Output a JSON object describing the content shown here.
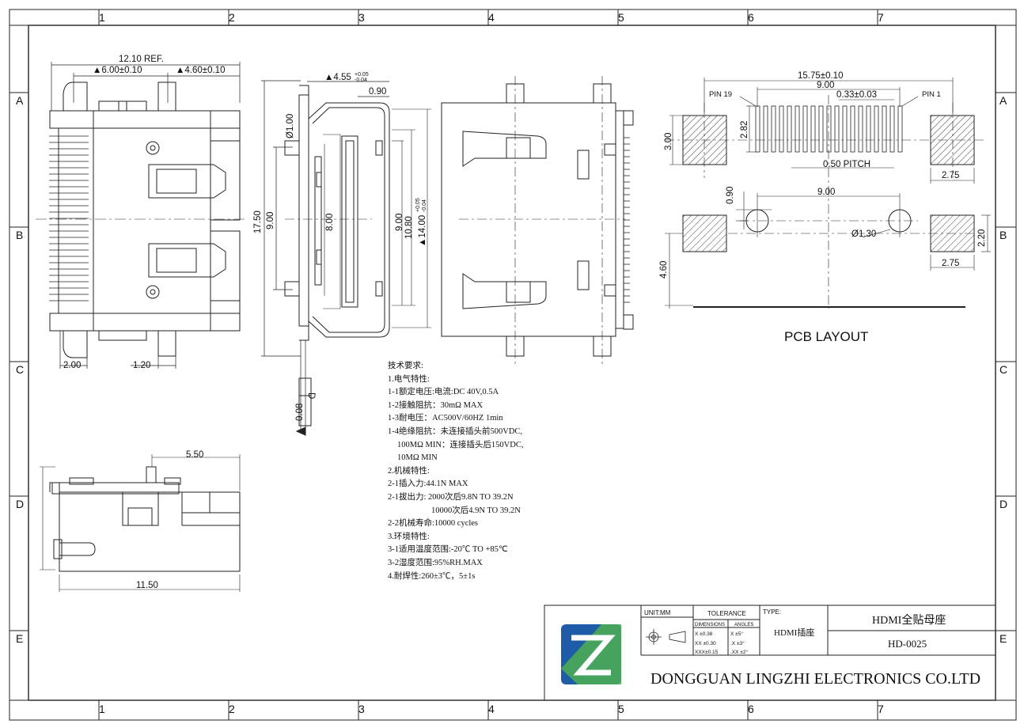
{
  "frame": {
    "columns": [
      "1",
      "2",
      "3",
      "4",
      "5",
      "6",
      "7"
    ],
    "rows": [
      "A",
      "B",
      "C",
      "D",
      "E"
    ]
  },
  "front_view": {
    "overall": "12.10 REF.",
    "left_offset": "▲6.00±0.10",
    "right_offset": "▲4.60±0.10",
    "bottom_left": "2.00",
    "bottom_mid": "1.20"
  },
  "side_view": {
    "top_dim": "▲4.55",
    "top_tol_plus": "+0.05",
    "top_tol_minus": "-0.04",
    "tab": "0.90",
    "hole": "Ø1.00",
    "height_17": "17.50",
    "height_9": "9.00",
    "inner_8": "8.00",
    "inner_9": "9.00",
    "inner_10": "10.80",
    "outer_14": "▲14.00",
    "outer_tol_plus": "+0.05",
    "outer_tol_minus": "-0.04",
    "flat_label": "D",
    "flat_value": "0.08"
  },
  "pcb": {
    "total": "15.75±0.10",
    "pin_span": "9.00",
    "pin_width": "0.33±0.03",
    "pin19": "PIN 19",
    "pin1": "PIN 1",
    "pad_height": "3.00",
    "pin_length": "2.82",
    "pitch": "0.50 PITCH",
    "pad_w_top": "2.75",
    "hole_span": "9.00",
    "hole_offset": "0.90",
    "hole_dia": "Ø1.30",
    "pad_h_bottom": "2.20",
    "pad_w_bottom": "2.75",
    "board_offset": "4.60",
    "title": "PCB LAYOUT"
  },
  "bottom_view": {
    "top_dim": "5.50",
    "bottom_dim": "11.50"
  },
  "notes": {
    "title": "技术要求:",
    "items": [
      "1.电气特性:",
      "1-1额定电压:电流:DC 40V,0.5A",
      "1-2接触阻抗：30mΩ MAX",
      "1-3耐电压：AC500V/60HZ 1min",
      "1-4绝缘阻抗：未连接插头前500VDC,",
      "100MΩ MIN：连接插头后150VDC,",
      "10MΩ MIN",
      "2.机械特性:",
      "2-1插入力:44.1N MAX",
      "2-1拔出力: 2000次后9.8N TO 39.2N",
      "10000次后4.9N TO 39.2N",
      "2-2机械寿命:10000 cycles",
      "3.环境特性:",
      "3-1适用温度范围:-20℃ TO +85℃",
      "3-2湿度范围:95%RH.MAX",
      "4.耐焊性:260±3℃，5±1s"
    ]
  },
  "title_block": {
    "unit": "UNIT:MM",
    "tolerance": "TOLERANCE",
    "dimensions": "DIMENSIONS",
    "angles": "ANGLES",
    "tol_rows": [
      {
        "d": "X  ±0.38",
        "a": "X   ±5°"
      },
      {
        "d": "XX ±0.30",
        "a": ".X  ±3°"
      },
      {
        "d": "XXX±0.15",
        "a": ".XX ±2°"
      }
    ],
    "type_label": "TYPE:",
    "type_value": "HDMI插座",
    "product_name": "HDMI全贴母座",
    "part_no": "HD-0025",
    "company": "DONGGUAN LINGZHI ELECTRONICS CO.LTD",
    "colors": {
      "logo_blue": "#1f5ca8",
      "logo_green": "#4caf50"
    }
  }
}
